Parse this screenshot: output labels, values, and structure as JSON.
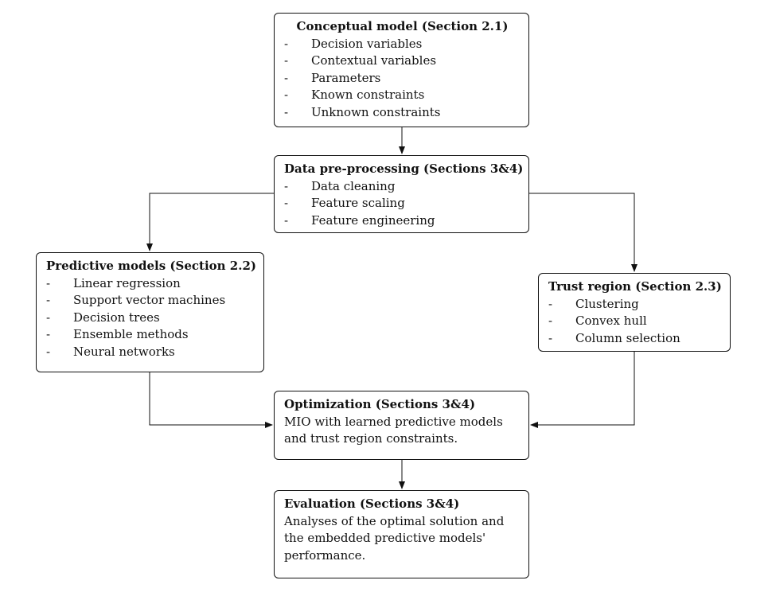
{
  "diagram": {
    "nodes": {
      "conceptual": {
        "title": "Conceptual model (Section 2.1)",
        "items": [
          "Decision variables",
          "Contextual variables",
          "Parameters",
          "Known constraints",
          "Unknown constraints"
        ]
      },
      "preprocessing": {
        "title": "Data pre-processing (Sections 3&4)",
        "items": [
          "Data cleaning",
          "Feature scaling",
          "Feature engineering"
        ]
      },
      "predictive": {
        "title": "Predictive models (Section 2.2)",
        "items": [
          "Linear regression",
          "Support vector machines",
          "Decision trees",
          "Ensemble methods",
          "Neural networks"
        ]
      },
      "trust_region": {
        "title": "Trust region (Section 2.3)",
        "items": [
          "Clustering",
          "Convex hull",
          "Column selection"
        ]
      },
      "optimization": {
        "title": "Optimization (Sections 3&4)",
        "lines": [
          "MIO with learned predictive models",
          "and trust region constraints."
        ]
      },
      "evaluation": {
        "title": "Evaluation (Sections 3&4)",
        "lines": [
          "Analyses of the optimal solution and",
          "the embedded predictive models'",
          "performance."
        ]
      }
    },
    "bullet": "-"
  }
}
